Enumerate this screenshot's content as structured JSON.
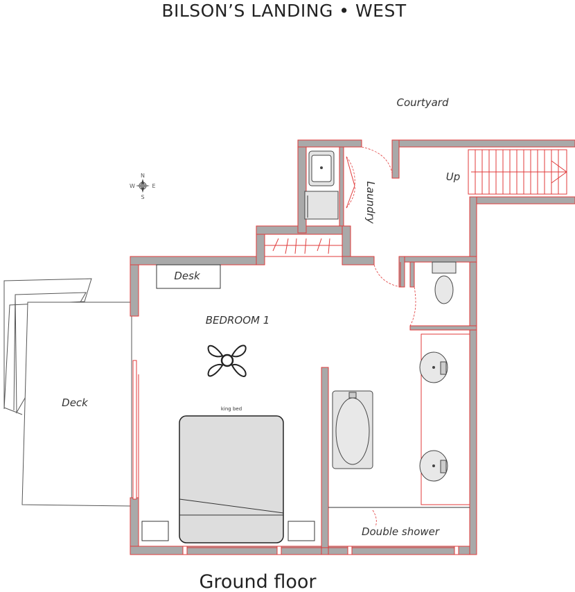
{
  "title": "BILSON’S LANDING • WEST",
  "subtitle": "Ground floor",
  "labels": {
    "courtyard": "Courtyard",
    "up": "Up",
    "laundry": "Laundry",
    "desk": "Desk",
    "bedroom": "BEDROOM 1",
    "deck": "Deck",
    "bed": "king bed",
    "shower": "Double shower"
  },
  "compass": {
    "n": "N",
    "s": "S",
    "e": "E",
    "w": "W"
  },
  "colors": {
    "wall_fill": "#a9a9a9",
    "accent": "#e03a3a",
    "fixture": "#e4e4e4"
  }
}
